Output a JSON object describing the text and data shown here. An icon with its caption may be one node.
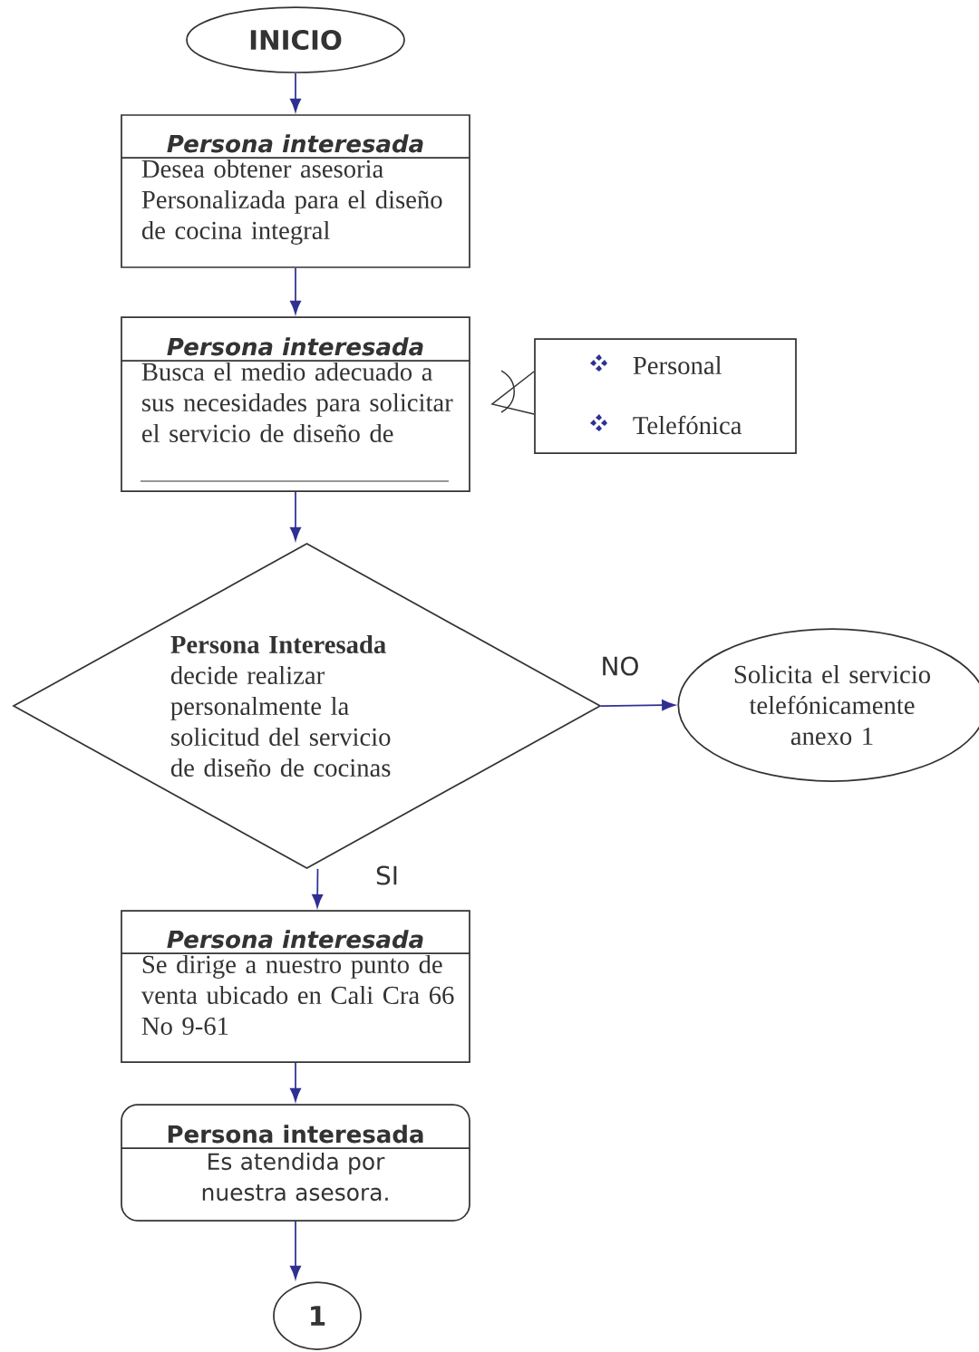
{
  "diagram": {
    "nodes": [
      {
        "text": [
          "INICIO"
        ]
      },
      {
        "text": [
          "Persona interesada",
          "Desea obtener asesoria Personalizada para el diseño de cocina integral"
        ]
      },
      {
        "text": [
          "Persona interesada",
          "Busca el medio adecuado a sus necesidades para solicitar el servicio de diseño de"
        ]
      },
      {
        "text": [
          "Personal",
          "Telefónica"
        ]
      },
      {
        "text": [
          "Persona Interesada",
          "decide realizar personalmente la solicitud del servicio de diseño de cocinas"
        ]
      },
      {
        "text": [
          "Solicita el servicio telefónicamente anexo 1"
        ]
      },
      {
        "text": [
          "Persona interesada",
          "Se dirige a nuestro punto de venta ubicado en Cali  Cra 66 No 9-61"
        ]
      },
      {
        "text": [
          "Persona interesada",
          "Es atendida por nuestra asesora."
        ]
      },
      {
        "text": [
          "1"
        ]
      }
    ],
    "edges": [
      {
        "from": 0,
        "to": 1,
        "arrow": "to"
      },
      {
        "from": 1,
        "to": 2,
        "arrow": "to"
      },
      {
        "from": 3,
        "to": 2,
        "arrow": "none",
        "color": "#333333"
      },
      {
        "from": 2,
        "to": 4,
        "arrow": "to"
      },
      {
        "from": 4,
        "to": 5,
        "arrow": "to",
        "label": "NO"
      },
      {
        "from": 4,
        "to": 6,
        "arrow": "to",
        "label": "SI"
      },
      {
        "from": 6,
        "to": 7,
        "arrow": "to"
      },
      {
        "from": 7,
        "to": 8,
        "arrow": "to"
      }
    ]
  }
}
